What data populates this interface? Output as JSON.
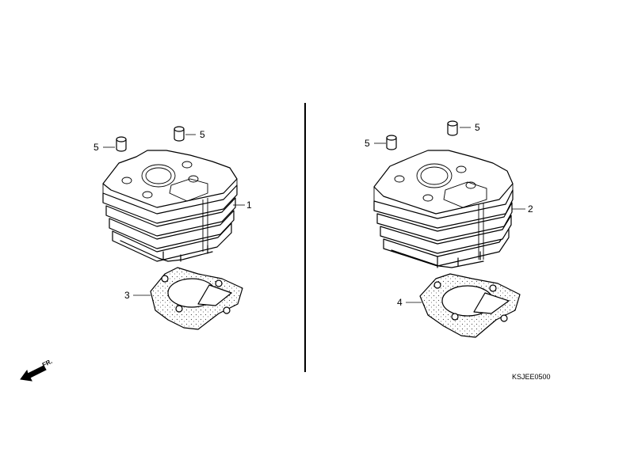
{
  "diagram": {
    "drawing_code": "KSJEE0500",
    "front_marker": {
      "text": "FR."
    },
    "left_group": {
      "cylinder_callout": "1",
      "gasket_callout": "3",
      "dowel_callouts": [
        "5",
        "5"
      ]
    },
    "right_group": {
      "cylinder_callout": "2",
      "gasket_callout": "4",
      "dowel_callouts": [
        "5",
        "5"
      ]
    }
  },
  "colors": {
    "line": "#000000",
    "background": "#ffffff"
  }
}
